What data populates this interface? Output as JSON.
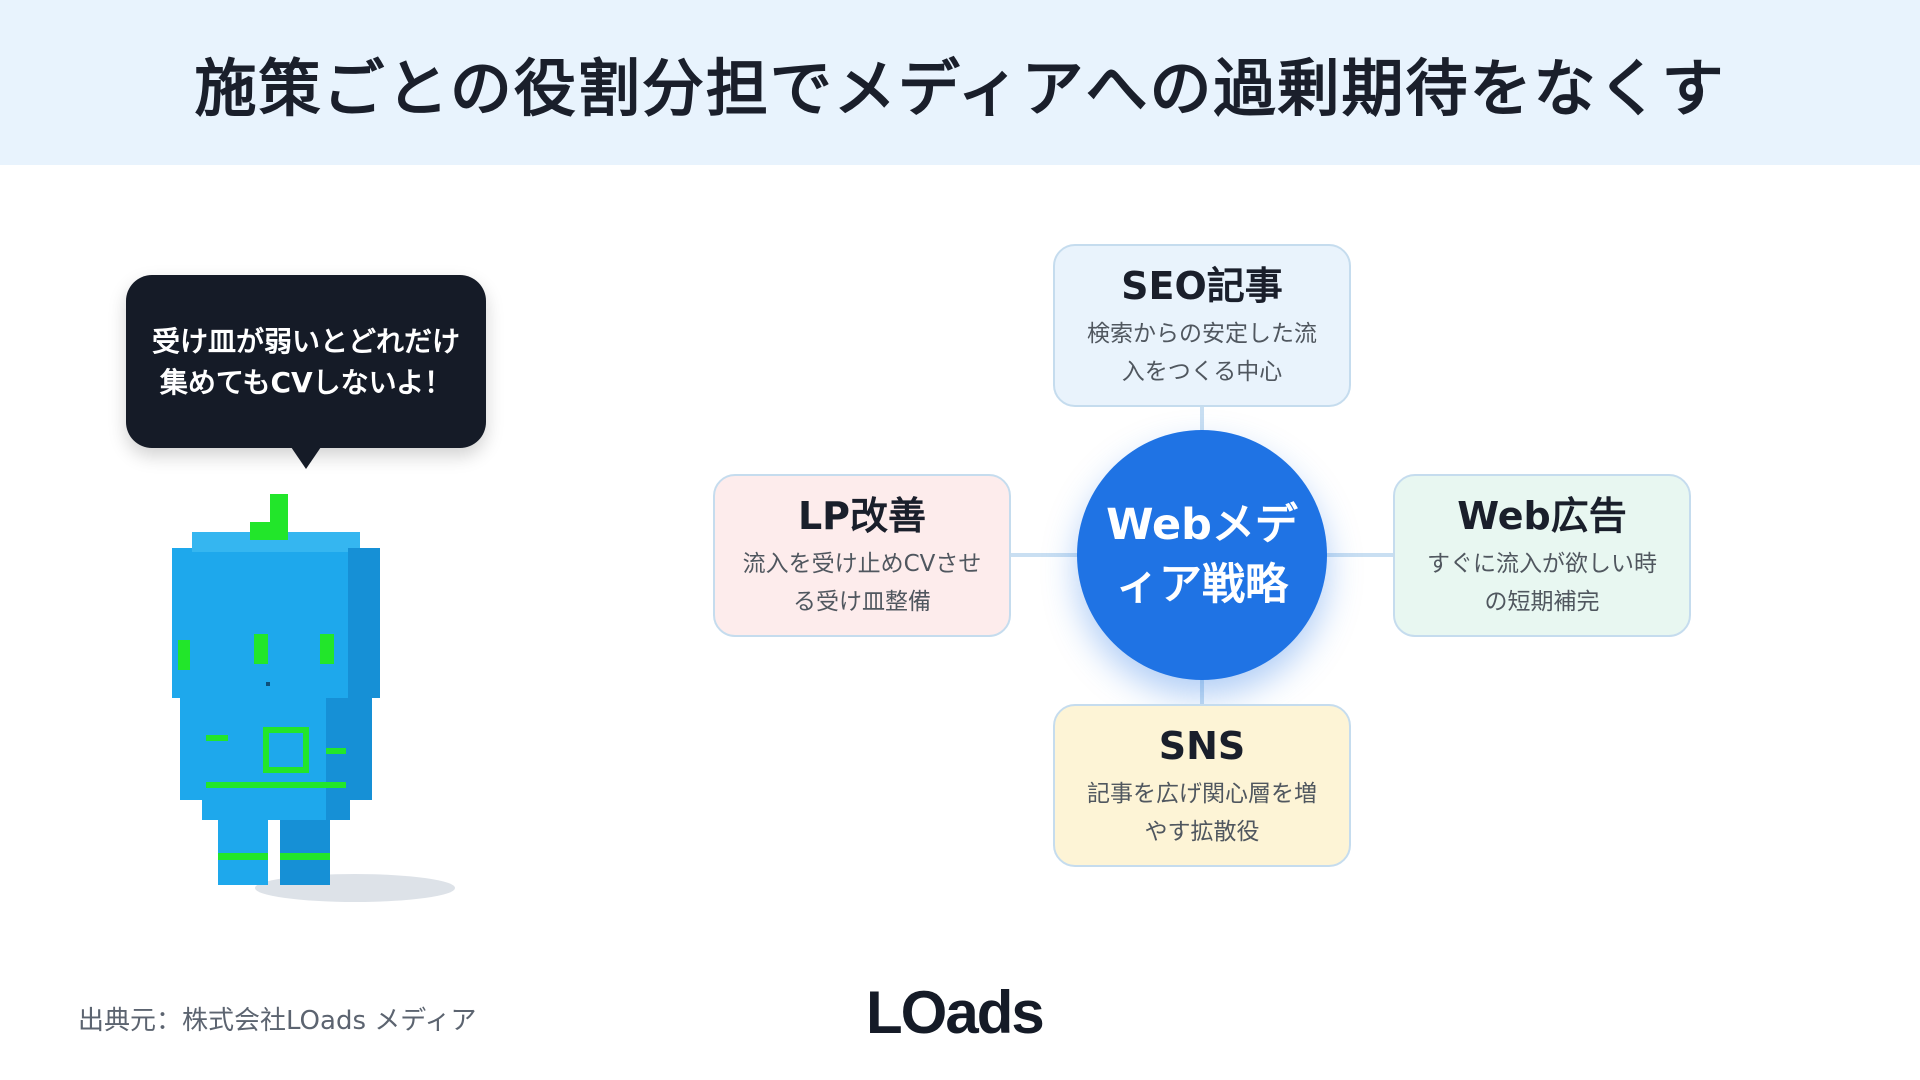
{
  "header": {
    "title": "施策ごとの役割分担でメディアへの過剰期待をなくす"
  },
  "bubble": {
    "text": "受け皿が弱いとどれだけ集めてもCVしないよ！"
  },
  "hub": {
    "label": "Webメディア戦略"
  },
  "cards": {
    "seo": {
      "title": "SEO記事",
      "desc": "検索からの安定した流入をつくる中心"
    },
    "lp": {
      "title": "LP改善",
      "desc": "流入を受け止めCVさせる受け皿整備"
    },
    "web_ads": {
      "title": "Web広告",
      "desc": "すぐに流入が欲しい時の短期補完"
    },
    "sns": {
      "title": "SNS",
      "desc": "記事を広げ関心層を増やす拡散役"
    }
  },
  "footer": {
    "source": "出典元：株式会社LOads メディア",
    "logo": "LOads"
  },
  "colors": {
    "header_bg": "#e8f3fd",
    "hub": "#1f73e4",
    "seo_card": "#e9f3fc",
    "lp_card": "#fdecec",
    "web_ads_card": "#e8f7f1",
    "sns_card": "#fdf4d6",
    "character_body": "#1ea8ec",
    "character_accent": "#22e62a"
  }
}
